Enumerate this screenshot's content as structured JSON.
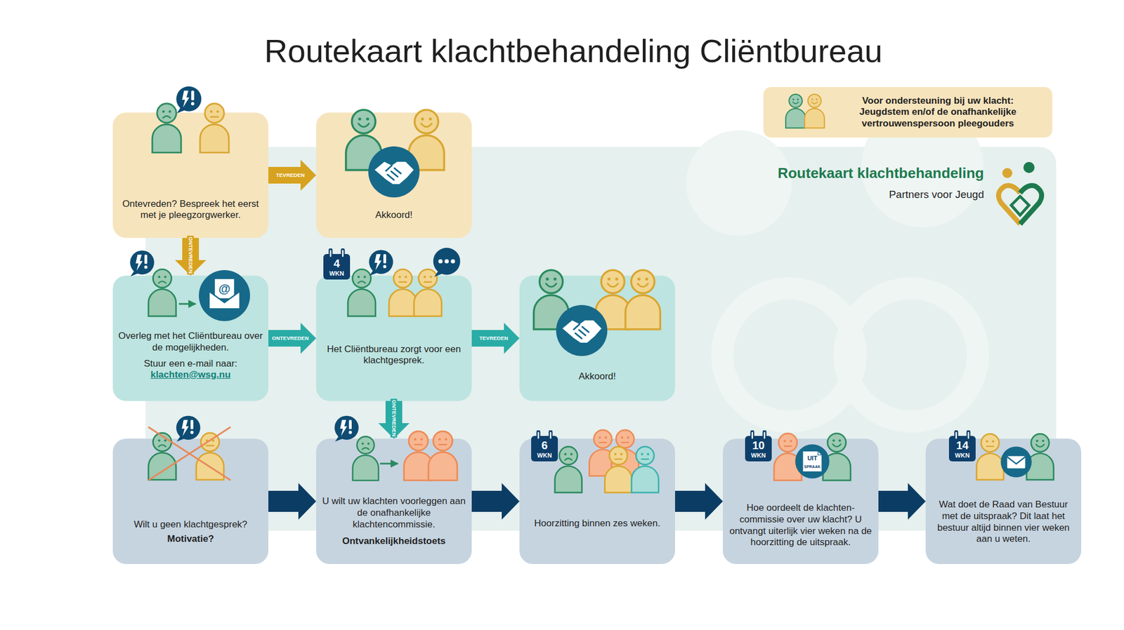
{
  "diagram": {
    "title": "Routekaart klachtbehandeling Cliëntbureau",
    "nodes": [
      {
        "text": [
          "Ontevreden? Bespreek het eerst met je pleegzorgwerker."
        ]
      },
      {
        "text": [
          "Akkoord!"
        ]
      },
      {
        "text": [
          "Overleg met het Cliëntbureau over de mogelijkheden.",
          "Stuur een e-mail naar:",
          "klachten@wsg.nu"
        ]
      },
      {
        "text": [
          "Het Cliëntbureau zorgt voor een klachtgesprek."
        ]
      },
      {
        "text": [
          "Akkoord!"
        ]
      },
      {
        "text": [
          "Wilt u geen klachtgesprek?",
          "Motivatie?"
        ]
      },
      {
        "text": [
          "U wilt uw klachten voorleggen aan de onafhankelijke klachtencommissie.",
          "Ontvankelijkheidstoets"
        ]
      },
      {
        "text": [
          "Hoorzitting binnen zes weken."
        ]
      },
      {
        "text": [
          "Hoe oordeelt de klachten- commissie over uw klacht? U ontvangt uiterlijk vier weken na de hoorzitting de uitspraak."
        ]
      },
      {
        "text": [
          "Wat doet de Raad van Bestuur met de uitspraak? Dit laat het bestuur altijd binnen vier weken aan u weten."
        ]
      },
      {
        "text": [
          "Voor ondersteuning bij uw klacht: Jeugdstem en/of de onafhankelijke vertrouwenspersoon pleegouders"
        ]
      }
    ],
    "edges": [
      {
        "from": 0,
        "to": 1,
        "label": "TEVREDEN",
        "arrow": "to"
      },
      {
        "from": 0,
        "to": 2,
        "label": "ONTEVREDEN",
        "arrow": "to"
      },
      {
        "from": 2,
        "to": 3,
        "label": "ONTEVREDEN",
        "arrow": "to"
      },
      {
        "from": 3,
        "to": 4,
        "label": "TEVREDEN",
        "arrow": "to"
      },
      {
        "from": 3,
        "to": 6,
        "label": "ONTEVREDEN",
        "arrow": "to"
      },
      {
        "from": 5,
        "to": 6,
        "arrow": "to"
      },
      {
        "from": 6,
        "to": 7,
        "arrow": "to"
      },
      {
        "from": 7,
        "to": 8,
        "arrow": "to"
      },
      {
        "from": 8,
        "to": 9,
        "arrow": "to"
      }
    ],
    "labels": [
      "Routekaart klachtbehandeling",
      "Partners voor Jeugd",
      "@",
      "4",
      "WKN",
      "6",
      "WKN",
      "10",
      "WKN",
      "14",
      "WKN",
      "UIT",
      "SPRAAK"
    ]
  }
}
